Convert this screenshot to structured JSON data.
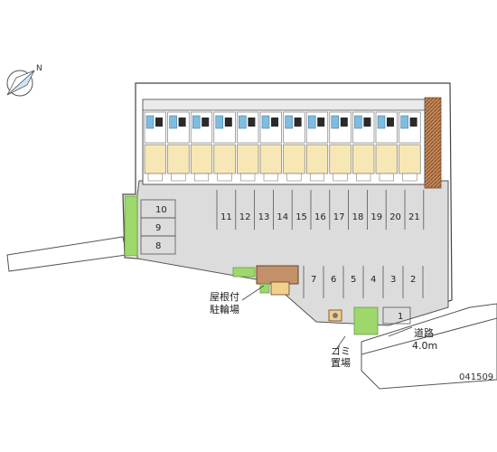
{
  "compass": {
    "north_label": "N"
  },
  "parking": {
    "left_column": [
      "10",
      "9",
      "8"
    ],
    "top_row": [
      "11",
      "12",
      "13",
      "14",
      "15",
      "16",
      "17",
      "18",
      "19",
      "20",
      "21"
    ],
    "right_row": [
      "7",
      "6",
      "5",
      "4",
      "3",
      "2"
    ],
    "bottom_single": "1"
  },
  "labels": {
    "bicycle_line1": "屋根付",
    "bicycle_line2": "駐輪場",
    "garbage_line1": "ゴミ",
    "garbage_line2": "置場",
    "road_line1": "道路",
    "road_line2": "4.0m"
  },
  "map_code": "041509",
  "colors": {
    "parking_lot": "#dcdcdc",
    "green_space": "#9ed86b",
    "building_accent": "#f6e7b4",
    "roof_blue": "#7fbde0",
    "hatched_wall": "#a56a3c"
  }
}
